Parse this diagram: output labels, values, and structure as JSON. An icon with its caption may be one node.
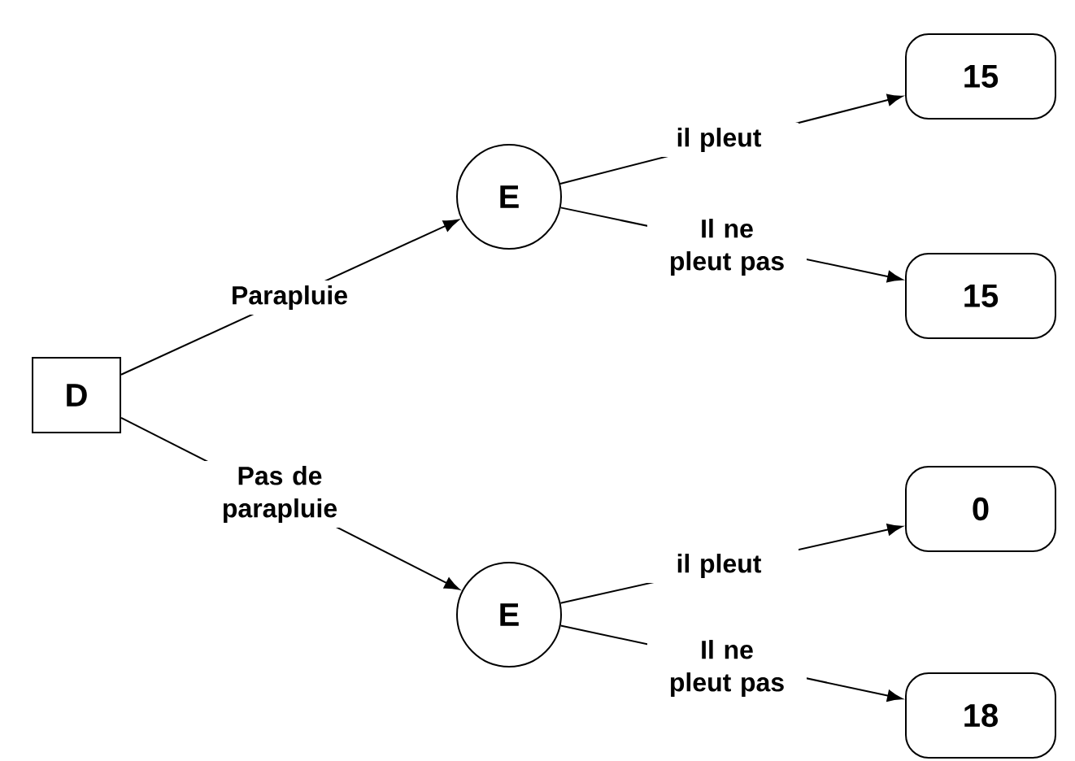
{
  "diagram": {
    "nodes": [
      {
        "text": [
          "D"
        ]
      },
      {
        "text": [
          "E"
        ]
      },
      {
        "text": [
          "E"
        ]
      },
      {
        "text": [
          "15"
        ]
      },
      {
        "text": [
          "15"
        ]
      },
      {
        "text": [
          "0"
        ]
      },
      {
        "text": [
          "18"
        ]
      }
    ],
    "edges": [
      {
        "from": 0,
        "to": 1,
        "arrow": "to",
        "label": "Parapluie"
      },
      {
        "from": 0,
        "to": 2,
        "arrow": "to",
        "label": "Pas de parapluie"
      },
      {
        "from": 1,
        "to": 3,
        "arrow": "to",
        "label": "il pleut"
      },
      {
        "from": 1,
        "to": 4,
        "arrow": "to",
        "label": "Il ne pleut pas"
      },
      {
        "from": 2,
        "to": 5,
        "arrow": "to",
        "label": "il pleut"
      },
      {
        "from": 2,
        "to": 6,
        "arrow": "to",
        "label": "Il ne pleut pas"
      }
    ]
  }
}
